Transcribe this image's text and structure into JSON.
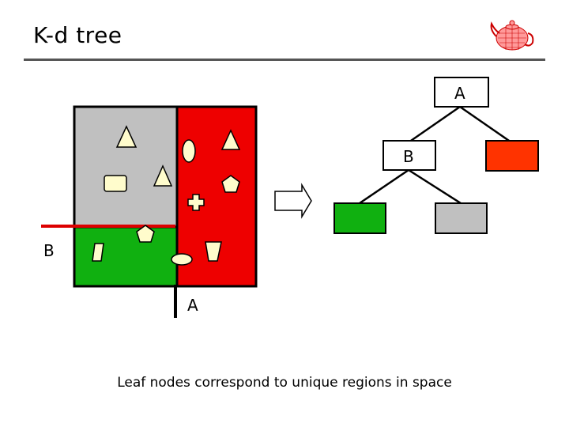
{
  "slide": {
    "title": "K-d tree",
    "caption": "Leaf nodes correspond to unique regions in space"
  },
  "space": {
    "split_label_a": "A",
    "split_label_b": "B"
  },
  "tree": {
    "root_label": "A",
    "child_label": "B"
  },
  "colors": {
    "red_region": "#ee0000",
    "gray_region": "#c0c0c0",
    "green_region": "#10b010",
    "leaf_red": "#ff3300",
    "split_b_line": "#dd0000",
    "shape_fill": "#fffccc"
  },
  "icons": [
    "teapot-logo-icon",
    "right-arrow-icon"
  ]
}
